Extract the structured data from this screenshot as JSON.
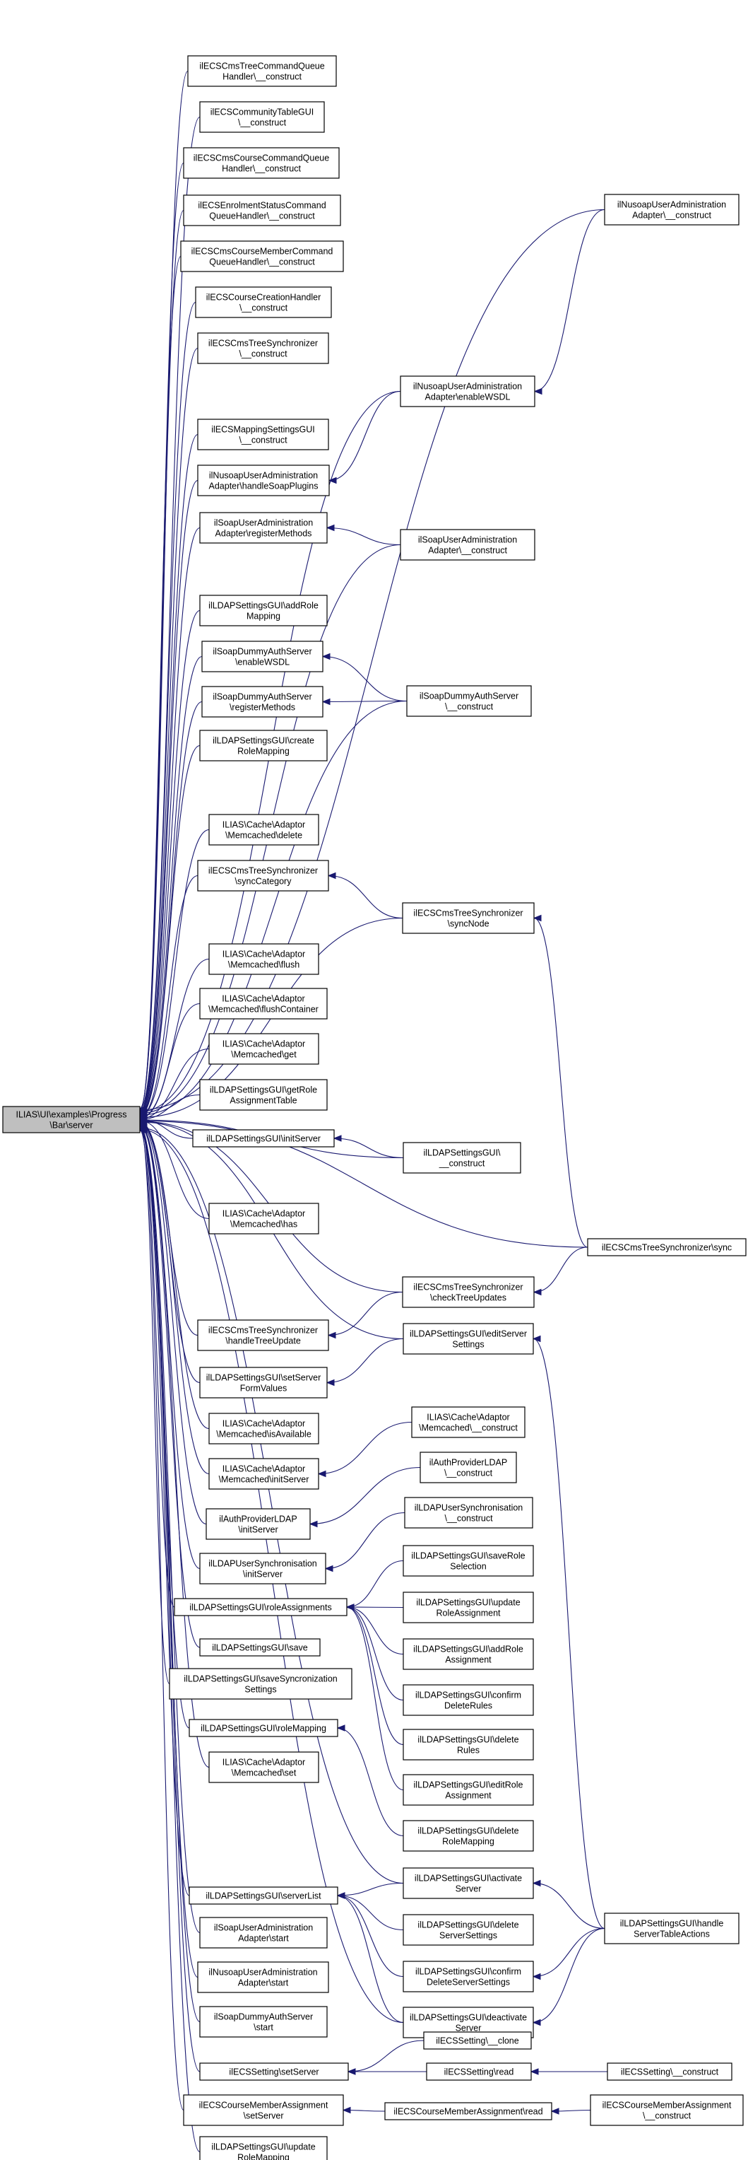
{
  "diagram": {
    "root": {
      "id": "root",
      "lines": [
        "ILIAS\\UI\\examples\\Progress",
        "\\Bar\\server"
      ]
    },
    "nodes": [
      {
        "id": "n1",
        "lines": [
          "ilECSCmsTreeCommandQueue",
          "Handler\\__construct"
        ]
      },
      {
        "id": "n2",
        "lines": [
          "ilECSCommunityTableGUI",
          "\\__construct"
        ]
      },
      {
        "id": "n3",
        "lines": [
          "ilECSCmsCourseCommandQueue",
          "Handler\\__construct"
        ]
      },
      {
        "id": "n4",
        "lines": [
          "ilECSEnrolmentStatusCommand",
          "QueueHandler\\__construct"
        ]
      },
      {
        "id": "n5",
        "lines": [
          "ilECSCmsCourseMemberCommand",
          "QueueHandler\\__construct"
        ]
      },
      {
        "id": "n6",
        "lines": [
          "ilECSCourseCreationHandler",
          "\\__construct"
        ]
      },
      {
        "id": "n7",
        "lines": [
          "ilECSCmsTreeSynchronizer",
          "\\__construct"
        ]
      },
      {
        "id": "n8",
        "lines": [
          "ilNusoapUserAdministration",
          "Adapter\\enableWSDL"
        ]
      },
      {
        "id": "n9",
        "lines": [
          "ilNusoapUserAdministration",
          "Adapter\\__construct"
        ]
      },
      {
        "id": "n10",
        "lines": [
          "ilECSMappingSettingsGUI",
          "\\__construct"
        ]
      },
      {
        "id": "n11",
        "lines": [
          "ilNusoapUserAdministration",
          "Adapter\\handleSoapPlugins"
        ]
      },
      {
        "id": "n12",
        "lines": [
          "ilSoapUserAdministration",
          "Adapter\\registerMethods"
        ]
      },
      {
        "id": "n13",
        "lines": [
          "ilSoapUserAdministration",
          "Adapter\\__construct"
        ]
      },
      {
        "id": "n14",
        "lines": [
          "ilLDAPSettingsGUI\\addRole",
          "Mapping"
        ]
      },
      {
        "id": "n15",
        "lines": [
          "ilSoapDummyAuthServer",
          "\\enableWSDL"
        ]
      },
      {
        "id": "n16",
        "lines": [
          "ilSoapDummyAuthServer",
          "\\registerMethods"
        ]
      },
      {
        "id": "n17",
        "lines": [
          "ilSoapDummyAuthServer",
          "\\__construct"
        ]
      },
      {
        "id": "n18",
        "lines": [
          "ilLDAPSettingsGUI\\create",
          "RoleMapping"
        ]
      },
      {
        "id": "n19",
        "lines": [
          "ILIAS\\Cache\\Adaptor",
          "\\Memcached\\delete"
        ]
      },
      {
        "id": "n20",
        "lines": [
          "ilECSCmsTreeSynchronizer",
          "\\syncCategory"
        ]
      },
      {
        "id": "n21",
        "lines": [
          "ilECSCmsTreeSynchronizer",
          "\\syncNode"
        ]
      },
      {
        "id": "n22",
        "lines": [
          "ILIAS\\Cache\\Adaptor",
          "\\Memcached\\flush"
        ]
      },
      {
        "id": "n23",
        "lines": [
          "ILIAS\\Cache\\Adaptor",
          "\\Memcached\\flushContainer"
        ]
      },
      {
        "id": "n24",
        "lines": [
          "ILIAS\\Cache\\Adaptor",
          "\\Memcached\\get"
        ]
      },
      {
        "id": "n25",
        "lines": [
          "ilLDAPSettingsGUI\\getRole",
          "AssignmentTable"
        ]
      },
      {
        "id": "n26",
        "lines": [
          "ilLDAPSettingsGUI\\initServer"
        ]
      },
      {
        "id": "n27",
        "lines": [
          "ilLDAPSettingsGUI\\",
          "__construct"
        ]
      },
      {
        "id": "n28",
        "lines": [
          "ILIAS\\Cache\\Adaptor",
          "\\Memcached\\has"
        ]
      },
      {
        "id": "n29",
        "lines": [
          "ilECSCmsTreeSynchronizer\\sync"
        ]
      },
      {
        "id": "n30",
        "lines": [
          "ilECSCmsTreeSynchronizer",
          "\\checkTreeUpdates"
        ]
      },
      {
        "id": "n31",
        "lines": [
          "ilECSCmsTreeSynchronizer",
          "\\handleTreeUpdate"
        ]
      },
      {
        "id": "n32",
        "lines": [
          "ilLDAPSettingsGUI\\editServer",
          "Settings"
        ]
      },
      {
        "id": "n33",
        "lines": [
          "ilLDAPSettingsGUI\\setServer",
          "FormValues"
        ]
      },
      {
        "id": "n34",
        "lines": [
          "ILIAS\\Cache\\Adaptor",
          "\\Memcached\\__construct"
        ]
      },
      {
        "id": "n35",
        "lines": [
          "ILIAS\\Cache\\Adaptor",
          "\\Memcached\\isAvailable"
        ]
      },
      {
        "id": "n36",
        "lines": [
          "ilAuthProviderLDAP",
          "\\__construct"
        ]
      },
      {
        "id": "n37",
        "lines": [
          "ILIAS\\Cache\\Adaptor",
          "\\Memcached\\initServer"
        ]
      },
      {
        "id": "n38",
        "lines": [
          "ilLDAPUserSynchronisation",
          "\\__construct"
        ]
      },
      {
        "id": "n39",
        "lines": [
          "ilAuthProviderLDAP",
          "\\initServer"
        ]
      },
      {
        "id": "n40",
        "lines": [
          "ilLDAPSettingsGUI\\saveRole",
          "Selection"
        ]
      },
      {
        "id": "n41",
        "lines": [
          "ilLDAPUserSynchronisation",
          "\\initServer"
        ]
      },
      {
        "id": "n42",
        "lines": [
          "ilLDAPSettingsGUI\\update",
          "RoleAssignment"
        ]
      },
      {
        "id": "n43",
        "lines": [
          "ilLDAPSettingsGUI\\roleAssignments"
        ]
      },
      {
        "id": "n44",
        "lines": [
          "ilLDAPSettingsGUI\\addRole",
          "Assignment"
        ]
      },
      {
        "id": "n45",
        "lines": [
          "ilLDAPSettingsGUI\\save"
        ]
      },
      {
        "id": "n46",
        "lines": [
          "ilLDAPSettingsGUI\\confirm",
          "DeleteRules"
        ]
      },
      {
        "id": "n47",
        "lines": [
          "ilLDAPSettingsGUI\\saveSyncronization",
          "Settings"
        ]
      },
      {
        "id": "n48",
        "lines": [
          "ilLDAPSettingsGUI\\delete",
          "Rules"
        ]
      },
      {
        "id": "n49",
        "lines": [
          "ilLDAPSettingsGUI\\roleMapping"
        ]
      },
      {
        "id": "n50",
        "lines": [
          "ilLDAPSettingsGUI\\editRole",
          "Assignment"
        ]
      },
      {
        "id": "n51",
        "lines": [
          "ILIAS\\Cache\\Adaptor",
          "\\Memcached\\set"
        ]
      },
      {
        "id": "n52",
        "lines": [
          "ilLDAPSettingsGUI\\delete",
          "RoleMapping"
        ]
      },
      {
        "id": "n53",
        "lines": [
          "ilLDAPSettingsGUI\\activate",
          "Server"
        ]
      },
      {
        "id": "n54",
        "lines": [
          "ilLDAPSettingsGUI\\serverList"
        ]
      },
      {
        "id": "n55",
        "lines": [
          "ilLDAPSettingsGUI\\delete",
          "ServerSettings"
        ]
      },
      {
        "id": "n56",
        "lines": [
          "ilLDAPSettingsGUI\\handle",
          "ServerTableActions"
        ]
      },
      {
        "id": "n57",
        "lines": [
          "ilSoapUserAdministration",
          "Adapter\\start"
        ]
      },
      {
        "id": "n58",
        "lines": [
          "ilLDAPSettingsGUI\\confirm",
          "DeleteServerSettings"
        ]
      },
      {
        "id": "n59",
        "lines": [
          "ilNusoapUserAdministration",
          "Adapter\\start"
        ]
      },
      {
        "id": "n60",
        "lines": [
          "ilLDAPSettingsGUI\\deactivate",
          "Server"
        ]
      },
      {
        "id": "n61",
        "lines": [
          "ilSoapDummyAuthServer",
          "\\start"
        ]
      },
      {
        "id": "n62",
        "lines": [
          "ilECSSetting\\__clone"
        ]
      },
      {
        "id": "n63",
        "lines": [
          "ilECSSetting\\setServer"
        ]
      },
      {
        "id": "n64",
        "lines": [
          "ilECSSetting\\read"
        ]
      },
      {
        "id": "n65",
        "lines": [
          "ilECSSetting\\__construct"
        ]
      },
      {
        "id": "n66",
        "lines": [
          "ilECSCourseMemberAssignment",
          "\\setServer"
        ]
      },
      {
        "id": "n67",
        "lines": [
          "ilECSCourseMemberAssignment\\read"
        ]
      },
      {
        "id": "n68",
        "lines": [
          "ilECSCourseMemberAssignment",
          "\\__construct"
        ]
      },
      {
        "id": "n69",
        "lines": [
          "ilLDAPSettingsGUI\\update",
          "RoleMapping"
        ]
      }
    ],
    "edges": [
      [
        "n1",
        "root"
      ],
      [
        "n2",
        "root"
      ],
      [
        "n3",
        "root"
      ],
      [
        "n4",
        "root"
      ],
      [
        "n5",
        "root"
      ],
      [
        "n6",
        "root"
      ],
      [
        "n7",
        "root"
      ],
      [
        "n8",
        "root"
      ],
      [
        "n9",
        "root"
      ],
      [
        "n10",
        "root"
      ],
      [
        "n11",
        "root"
      ],
      [
        "n12",
        "root"
      ],
      [
        "n13",
        "root"
      ],
      [
        "n14",
        "root"
      ],
      [
        "n15",
        "root"
      ],
      [
        "n16",
        "root"
      ],
      [
        "n17",
        "root"
      ],
      [
        "n18",
        "root"
      ],
      [
        "n19",
        "root"
      ],
      [
        "n20",
        "root"
      ],
      [
        "n21",
        "root"
      ],
      [
        "n22",
        "root"
      ],
      [
        "n23",
        "root"
      ],
      [
        "n24",
        "root"
      ],
      [
        "n25",
        "root"
      ],
      [
        "n26",
        "root"
      ],
      [
        "n27",
        "root"
      ],
      [
        "n28",
        "root"
      ],
      [
        "n29",
        "root"
      ],
      [
        "n30",
        "root"
      ],
      [
        "n31",
        "root"
      ],
      [
        "n32",
        "root"
      ],
      [
        "n33",
        "root"
      ],
      [
        "n35",
        "root"
      ],
      [
        "n37",
        "root"
      ],
      [
        "n39",
        "root"
      ],
      [
        "n41",
        "root"
      ],
      [
        "n43",
        "root"
      ],
      [
        "n45",
        "root"
      ],
      [
        "n47",
        "root"
      ],
      [
        "n49",
        "root"
      ],
      [
        "n51",
        "root"
      ],
      [
        "n53",
        "root"
      ],
      [
        "n54",
        "root"
      ],
      [
        "n57",
        "root"
      ],
      [
        "n59",
        "root"
      ],
      [
        "n60",
        "root"
      ],
      [
        "n61",
        "root"
      ],
      [
        "n63",
        "root"
      ],
      [
        "n66",
        "root"
      ],
      [
        "n69",
        "root"
      ],
      [
        "n9",
        "n8"
      ],
      [
        "n8",
        "n11"
      ],
      [
        "n13",
        "n12"
      ],
      [
        "n17",
        "n15"
      ],
      [
        "n17",
        "n16"
      ],
      [
        "n21",
        "n20"
      ],
      [
        "n29",
        "n21"
      ],
      [
        "n27",
        "n26"
      ],
      [
        "n29",
        "n30"
      ],
      [
        "n30",
        "n31"
      ],
      [
        "n32",
        "n33"
      ],
      [
        "n34",
        "n37"
      ],
      [
        "n36",
        "n39"
      ],
      [
        "n38",
        "n41"
      ],
      [
        "n40",
        "n43"
      ],
      [
        "n42",
        "n43"
      ],
      [
        "n44",
        "n43"
      ],
      [
        "n46",
        "n43"
      ],
      [
        "n48",
        "n43"
      ],
      [
        "n50",
        "n43"
      ],
      [
        "n52",
        "n49"
      ],
      [
        "n53",
        "n54"
      ],
      [
        "n55",
        "n54"
      ],
      [
        "n58",
        "n54"
      ],
      [
        "n60",
        "n54"
      ],
      [
        "n56",
        "n32"
      ],
      [
        "n56",
        "n53"
      ],
      [
        "n56",
        "n58"
      ],
      [
        "n56",
        "n60"
      ],
      [
        "n62",
        "n63"
      ],
      [
        "n64",
        "n63"
      ],
      [
        "n65",
        "n64"
      ],
      [
        "n67",
        "n66"
      ],
      [
        "n68",
        "n67"
      ]
    ]
  }
}
